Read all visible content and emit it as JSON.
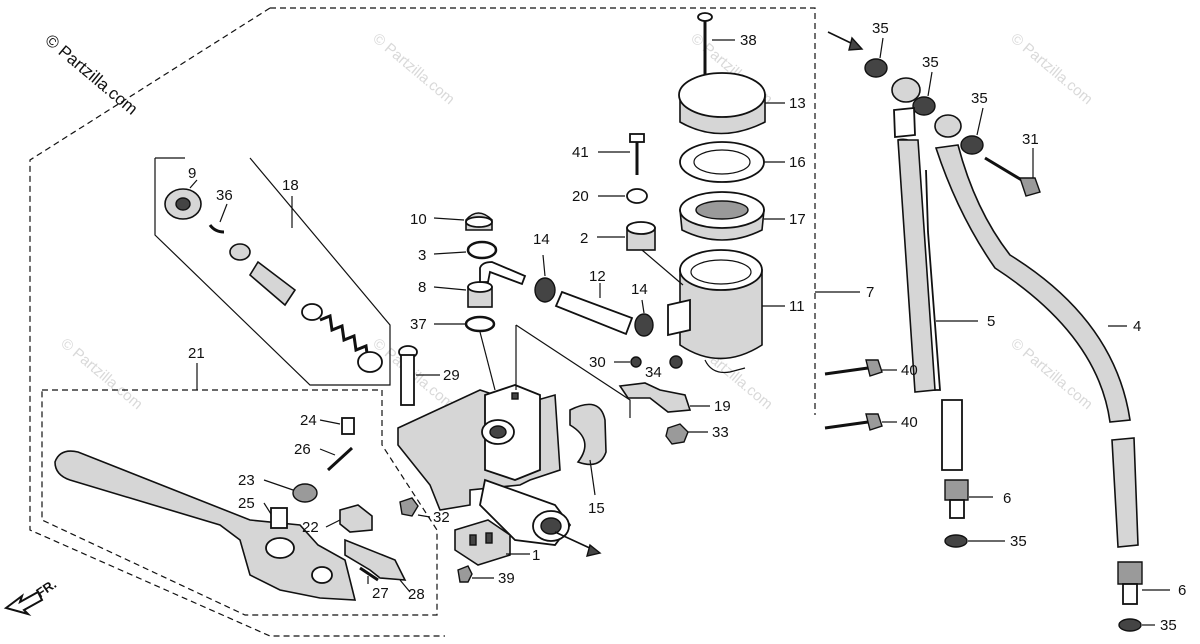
{
  "copyright": "© Partzilla.com",
  "watermark": "© Partzilla.com",
  "direction_label": "FR.",
  "callouts": [
    "1",
    "2",
    "3",
    "4",
    "5",
    "6",
    "6",
    "7",
    "8",
    "9",
    "10",
    "11",
    "12",
    "13",
    "14",
    "14",
    "15",
    "16",
    "17",
    "18",
    "19",
    "20",
    "21",
    "22",
    "23",
    "24",
    "25",
    "26",
    "27",
    "28",
    "29",
    "30",
    "31",
    "32",
    "33",
    "34",
    "35",
    "35",
    "35",
    "35",
    "35",
    "36",
    "37",
    "38",
    "39",
    "40",
    "40",
    "41"
  ]
}
